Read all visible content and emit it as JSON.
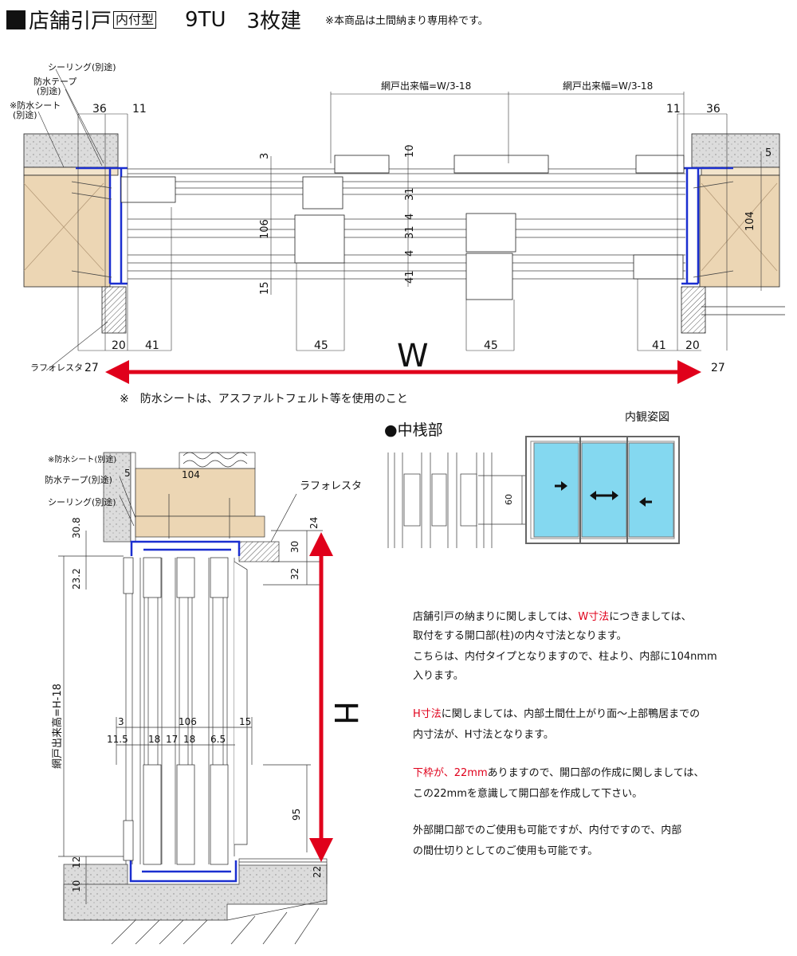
{
  "header": {
    "title": "店舗引戸",
    "type_box": "内付型",
    "model": "9TU",
    "count": "3枚建",
    "note": "※本商品は土間納まり専用枠です。"
  },
  "plan": {
    "labels": {
      "sealing": "シーリング(別途)",
      "waterproof_tape": "防水テープ",
      "waterproof_tape_sub": "(別途)",
      "waterproof_sheet": "※防水シート",
      "waterproof_sheet_sub": "(別途)",
      "lath": "ラフォレスタ",
      "screen_width_left": "網戸出来幅=W/3-18",
      "screen_width_right": "網戸出来幅=W/3-18",
      "W": "W"
    },
    "dims": {
      "left_36": "36",
      "left_11": "11",
      "right_11": "11",
      "right_36": "36",
      "d3": "3",
      "d106": "106",
      "d15": "15",
      "d10": "10",
      "d31a": "31",
      "d4a": "4",
      "d31b": "31",
      "d4b": "4",
      "d41": "41",
      "right_5": "5",
      "right_104": "104",
      "b_left_27": "27",
      "b_left_20": "20",
      "b_left_41": "41",
      "b_45a": "45",
      "b_45b": "45",
      "b_right_41": "41",
      "b_right_20": "20",
      "b_right_27": "27"
    },
    "footnote": "※　防水シートは、アスファルトフェルト等を使用のこと"
  },
  "mid_section": {
    "title": "●中桟部",
    "dim_60": "60"
  },
  "interior_view": {
    "title": "内観姿図",
    "glass_color": "#84d8f0"
  },
  "vertical": {
    "labels": {
      "waterproof_sheet": "※防水シート(別途)",
      "waterproof_tape": "防水テープ(別途)",
      "sealing": "シーリング(別途)",
      "lath": "ラフォレスタ",
      "screen_height": "網戸出来高=H-18",
      "H": "H"
    },
    "dims": {
      "d5": "5",
      "d104": "104",
      "d24": "24",
      "d30": "30",
      "d32": "32",
      "d30_8": "30.8",
      "d23_2": "23.2",
      "d3": "3",
      "d106": "106",
      "d15": "15",
      "d11_5": "11.5",
      "d18a": "18",
      "d17": "17",
      "d18b": "18",
      "d6_5": "6.5",
      "d95": "95",
      "d12": "12",
      "d10": "10",
      "d22": "22"
    }
  },
  "explanation": {
    "p1_a": "店舗引戸の納まりに関しましては、",
    "p1_red": "W寸法",
    "p1_b": "につきましては、",
    "p2": "取付をする開口部(柱)の内々寸法となります。",
    "p3": "こちらは、内付タイプとなりますので、柱より、内部に104nmm",
    "p4": "入ります。",
    "p5_red": "H寸法",
    "p5_b": "に関しましては、内部土間仕上がり面～上部鴨居までの",
    "p6": "内寸法が、H寸法となります。",
    "p7_red": "下枠が、22mm",
    "p7_b": "ありますので、開口部の作成に関しましては、",
    "p8": "この22mmを意識して開口部を作成して下さい。",
    "p9": "外部開口部でのご使用も可能ですが、内付ですので、内部",
    "p10": "の間仕切りとしてのご使用も可能です。"
  },
  "colors": {
    "arrow_red": "#e0001b",
    "frame_blue": "#1b2fd0",
    "wood": "#ecd6b4",
    "concrete": "#dedede"
  }
}
